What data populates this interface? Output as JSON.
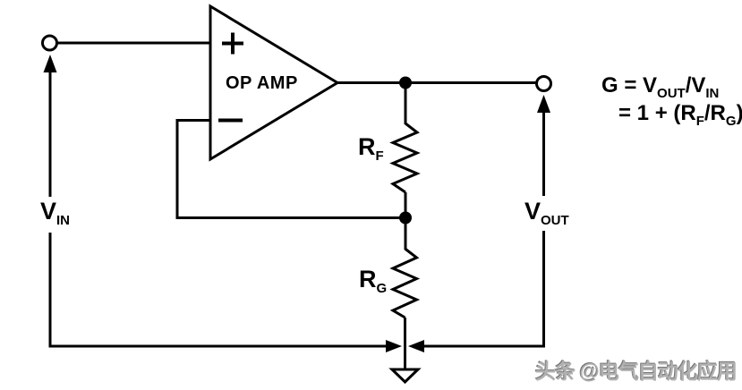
{
  "diagram": {
    "opamp": {
      "label": "OP AMP"
    },
    "icons": {
      "plus_input": "+",
      "minus_input": "−",
      "ground": "ground-triangle"
    },
    "labels": {
      "vin_main": "V",
      "vin_sub": "IN",
      "vout_main": "V",
      "vout_sub": "OUT",
      "rf_main": "R",
      "rf_sub": "F",
      "rg_main": "R",
      "rg_sub": "G"
    },
    "equation": {
      "line1_p1": "G = V",
      "line1_s1": "OUT",
      "line1_p2": "/V",
      "line1_s2": "IN",
      "line2_p1": "= 1 + (R",
      "line2_s1": "F",
      "line2_p2": "/R",
      "line2_s2": "G",
      "line2_p3": ")"
    },
    "watermark": "头条 @电气自动化应用",
    "colors": {
      "line": "#000000",
      "background": "#ffffff",
      "watermark_gray": "#b0b0b0"
    }
  }
}
